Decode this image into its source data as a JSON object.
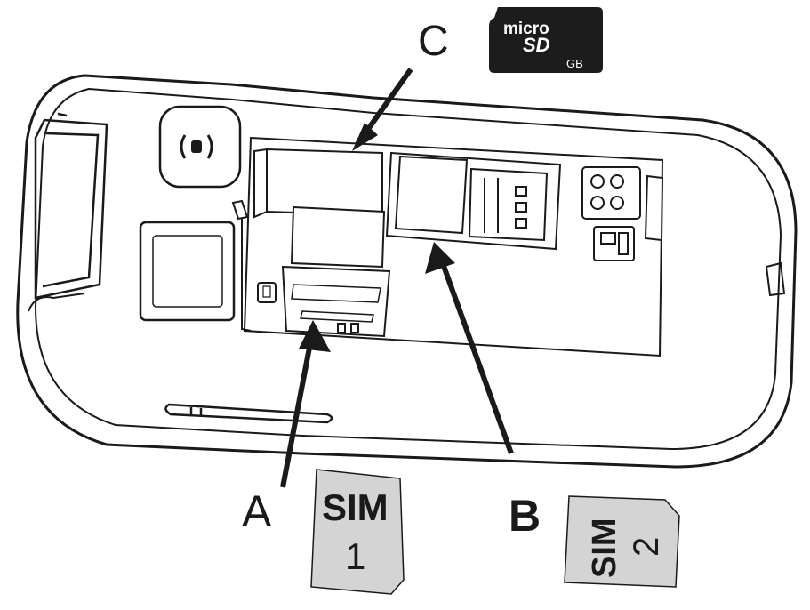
{
  "labels": {
    "a": "A",
    "b": "B",
    "c": "C"
  },
  "microsd": {
    "micro": "micro",
    "sd": "SD",
    "gb": "GB"
  },
  "sim1": {
    "line1": "SIM",
    "line2": "1"
  },
  "sim2": {
    "line1": "SIM",
    "line2": "2"
  },
  "colors": {
    "outline": "#1a1a1a",
    "card_fill": "#d4d4d4",
    "sd_fill": "#1c1c1c",
    "background": "#ffffff"
  }
}
